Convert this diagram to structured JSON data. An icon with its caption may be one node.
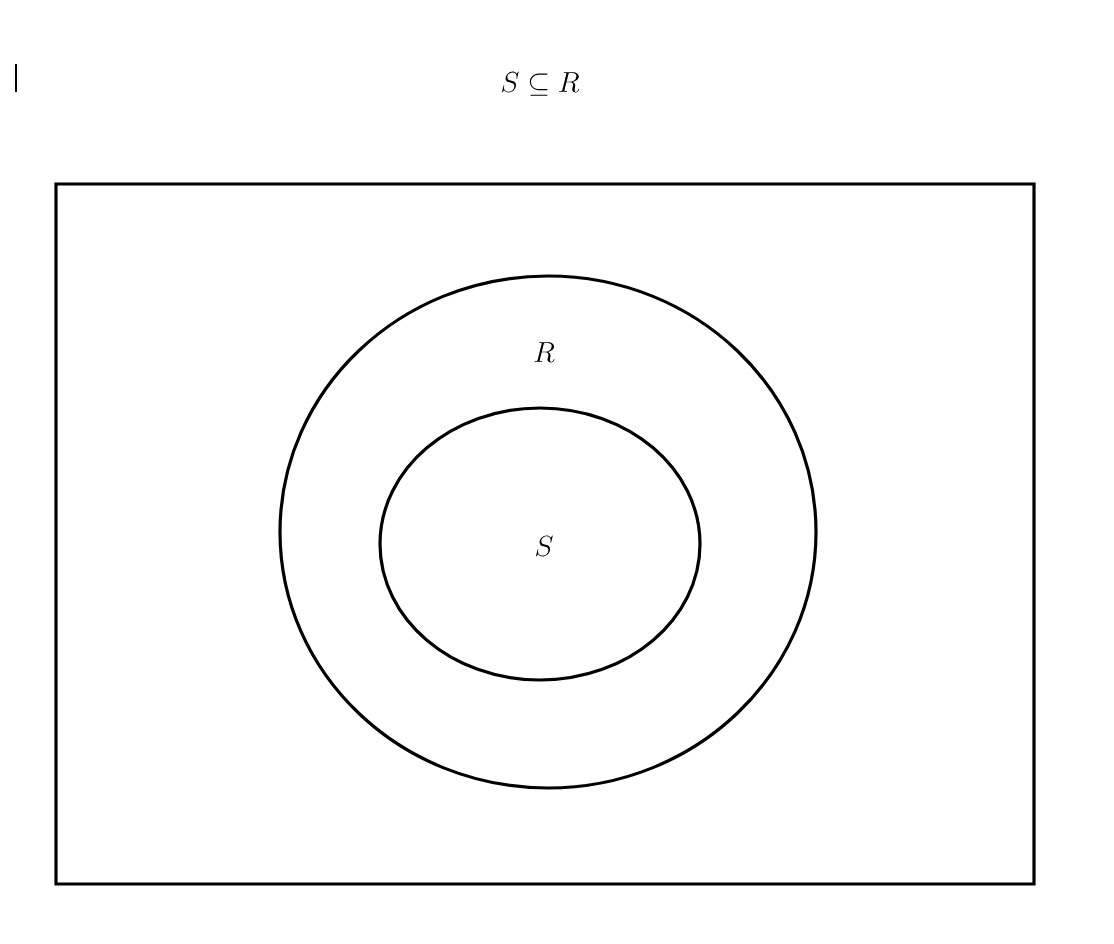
{
  "diagram": {
    "title": "S \\subseteq R",
    "nodes": [
      {
        "text": [],
        "shape": "box"
      },
      {
        "text": [
          "R"
        ],
        "in": 0
      },
      {
        "text": [
          "S"
        ],
        "in": 1
      }
    ]
  }
}
